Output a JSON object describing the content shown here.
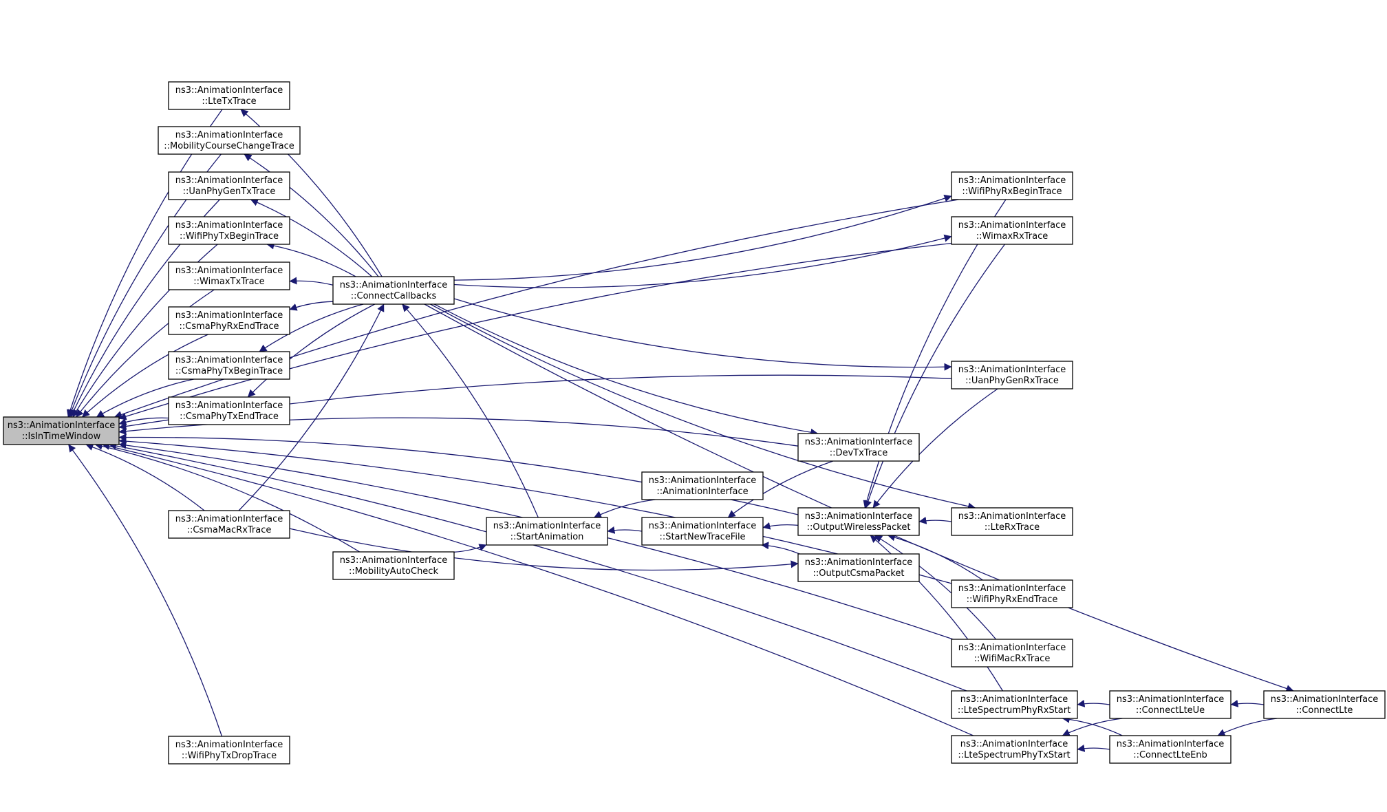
{
  "edge_color": "#191970",
  "root_fill": "#bfbfbf",
  "node_fill": "#ffffff",
  "nodes": {
    "root": {
      "line1": "ns3::AnimationInterface",
      "line2": "::IsInTimeWindow"
    },
    "lteTx": {
      "line1": "ns3::AnimationInterface",
      "line2": "::LteTxTrace"
    },
    "mobCourse": {
      "line1": "ns3::AnimationInterface",
      "line2": "::MobilityCourseChangeTrace"
    },
    "uanGenTx": {
      "line1": "ns3::AnimationInterface",
      "line2": "::UanPhyGenTxTrace"
    },
    "wifiPhyTxBegin": {
      "line1": "ns3::AnimationInterface",
      "line2": "::WifiPhyTxBeginTrace"
    },
    "wimaxTx": {
      "line1": "ns3::AnimationInterface",
      "line2": "::WimaxTxTrace"
    },
    "csmaPhyRxEnd": {
      "line1": "ns3::AnimationInterface",
      "line2": "::CsmaPhyRxEndTrace"
    },
    "csmaPhyTxBegin": {
      "line1": "ns3::AnimationInterface",
      "line2": "::CsmaPhyTxBeginTrace"
    },
    "csmaPhyTxEnd": {
      "line1": "ns3::AnimationInterface",
      "line2": "::CsmaPhyTxEndTrace"
    },
    "csmaMacRx": {
      "line1": "ns3::AnimationInterface",
      "line2": "::CsmaMacRxTrace"
    },
    "wifiPhyTxDrop": {
      "line1": "ns3::AnimationInterface",
      "line2": "::WifiPhyTxDropTrace"
    },
    "connectCallbacks": {
      "line1": "ns3::AnimationInterface",
      "line2": "::ConnectCallbacks"
    },
    "mobAutoCheck": {
      "line1": "ns3::AnimationInterface",
      "line2": "::MobilityAutoCheck"
    },
    "startAnimation": {
      "line1": "ns3::AnimationInterface",
      "line2": "::StartAnimation"
    },
    "animCtor": {
      "line1": "ns3::AnimationInterface",
      "line2": "::AnimationInterface"
    },
    "startNewTrace": {
      "line1": "ns3::AnimationInterface",
      "line2": "::StartNewTraceFile"
    },
    "devTx": {
      "line1": "ns3::AnimationInterface",
      "line2": "::DevTxTrace"
    },
    "outWireless": {
      "line1": "ns3::AnimationInterface",
      "line2": "::OutputWirelessPacket"
    },
    "outCsma": {
      "line1": "ns3::AnimationInterface",
      "line2": "::OutputCsmaPacket"
    },
    "wifiPhyRxBegin": {
      "line1": "ns3::AnimationInterface",
      "line2": "::WifiPhyRxBeginTrace"
    },
    "wimaxRx": {
      "line1": "ns3::AnimationInterface",
      "line2": "::WimaxRxTrace"
    },
    "uanGenRx": {
      "line1": "ns3::AnimationInterface",
      "line2": "::UanPhyGenRxTrace"
    },
    "lteRx": {
      "line1": "ns3::AnimationInterface",
      "line2": "::LteRxTrace"
    },
    "wifiPhyRxEnd": {
      "line1": "ns3::AnimationInterface",
      "line2": "::WifiPhyRxEndTrace"
    },
    "wifiMacRx": {
      "line1": "ns3::AnimationInterface",
      "line2": "::WifiMacRxTrace"
    },
    "lteSpecRx": {
      "line1": "ns3::AnimationInterface",
      "line2": "::LteSpectrumPhyRxStart"
    },
    "lteSpecTx": {
      "line1": "ns3::AnimationInterface",
      "line2": "::LteSpectrumPhyTxStart"
    },
    "connectLteUe": {
      "line1": "ns3::AnimationInterface",
      "line2": "::ConnectLteUe"
    },
    "connectLteEnb": {
      "line1": "ns3::AnimationInterface",
      "line2": "::ConnectLteEnb"
    },
    "connectLte": {
      "line1": "ns3::AnimationInterface",
      "line2": "::ConnectLte"
    }
  },
  "edges": [
    [
      "lteTx",
      "root"
    ],
    [
      "mobCourse",
      "root"
    ],
    [
      "uanGenTx",
      "root"
    ],
    [
      "wifiPhyTxBegin",
      "root"
    ],
    [
      "wimaxTx",
      "root"
    ],
    [
      "csmaPhyRxEnd",
      "root"
    ],
    [
      "csmaPhyTxBegin",
      "root"
    ],
    [
      "csmaPhyTxEnd",
      "root"
    ],
    [
      "csmaMacRx",
      "root"
    ],
    [
      "wifiPhyTxDrop",
      "root"
    ],
    [
      "mobAutoCheck",
      "root"
    ],
    [
      "devTx",
      "root"
    ],
    [
      "uanGenRx",
      "root"
    ],
    [
      "wifiPhyRxBegin",
      "root"
    ],
    [
      "wimaxRx",
      "root"
    ],
    [
      "outWireless",
      "root"
    ],
    [
      "wifiPhyRxEnd",
      "root"
    ],
    [
      "wifiMacRx",
      "root"
    ],
    [
      "lteSpecRx",
      "root"
    ],
    [
      "lteSpecTx",
      "root"
    ],
    [
      "connectCallbacks",
      "lteTx"
    ],
    [
      "connectCallbacks",
      "mobCourse"
    ],
    [
      "connectCallbacks",
      "uanGenTx"
    ],
    [
      "connectCallbacks",
      "wifiPhyTxBegin"
    ],
    [
      "connectCallbacks",
      "wimaxTx"
    ],
    [
      "connectCallbacks",
      "csmaPhyRxEnd"
    ],
    [
      "connectCallbacks",
      "csmaPhyTxBegin"
    ],
    [
      "connectCallbacks",
      "csmaPhyTxEnd"
    ],
    [
      "csmaMacRx",
      "connectCallbacks"
    ],
    [
      "startAnimation",
      "connectCallbacks"
    ],
    [
      "connectCallbacks",
      "wifiPhyRxBegin"
    ],
    [
      "connectCallbacks",
      "wimaxRx"
    ],
    [
      "connectCallbacks",
      "uanGenRx"
    ],
    [
      "connectCallbacks",
      "devTx"
    ],
    [
      "connectCallbacks",
      "lteRx"
    ],
    [
      "connectCallbacks",
      "connectLte"
    ],
    [
      "mobAutoCheck",
      "startAnimation"
    ],
    [
      "animCtor",
      "startAnimation"
    ],
    [
      "startNewTrace",
      "startAnimation"
    ],
    [
      "devTx",
      "startNewTrace"
    ],
    [
      "outWireless",
      "startNewTrace"
    ],
    [
      "outCsma",
      "startNewTrace"
    ],
    [
      "csmaMacRx",
      "outCsma"
    ],
    [
      "wifiPhyRxBegin",
      "outWireless"
    ],
    [
      "wimaxRx",
      "outWireless"
    ],
    [
      "uanGenRx",
      "outWireless"
    ],
    [
      "lteRx",
      "outWireless"
    ],
    [
      "wifiPhyRxEnd",
      "outWireless"
    ],
    [
      "wifiMacRx",
      "outWireless"
    ],
    [
      "lteSpecRx",
      "outWireless"
    ],
    [
      "connectLteUe",
      "lteSpecRx"
    ],
    [
      "connectLteUe",
      "lteSpecTx"
    ],
    [
      "connectLteEnb",
      "lteSpecRx"
    ],
    [
      "connectLteEnb",
      "lteSpecTx"
    ],
    [
      "connectLte",
      "connectLteUe"
    ],
    [
      "connectLte",
      "connectLteEnb"
    ]
  ]
}
